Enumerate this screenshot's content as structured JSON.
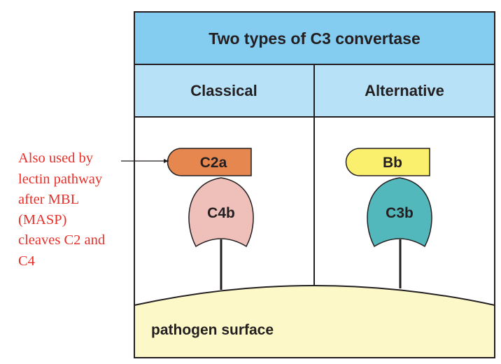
{
  "title": "Two types of C3 convertase",
  "columns": [
    {
      "heading": "Classical",
      "top_component": {
        "label": "C2a",
        "color": "#e5874f"
      },
      "bottom_component": {
        "label": "C4b",
        "color": "#efbfba"
      }
    },
    {
      "heading": "Alternative",
      "top_component": {
        "label": "Bb",
        "color": "#faf06e"
      },
      "bottom_component": {
        "label": "C3b",
        "color": "#52b8bc"
      }
    }
  ],
  "surface": {
    "label": "pathogen surface",
    "color": "#fdf8c8"
  },
  "colors": {
    "header": "#84ccf0",
    "subheader": "#b6e1f7",
    "annotation": "#e8302a"
  },
  "annotation": {
    "lines": [
      "Also used by",
      "lectin pathway",
      "after MBL",
      "(MASP)",
      "cleaves C2 and",
      "C4"
    ]
  }
}
